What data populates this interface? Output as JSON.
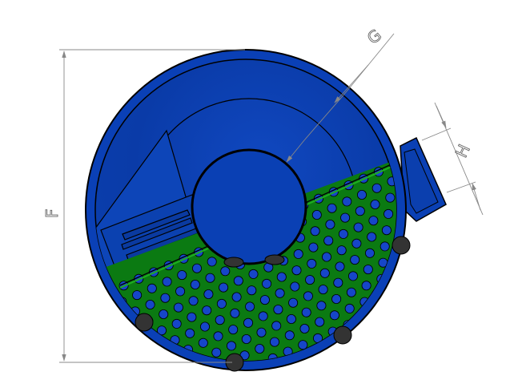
{
  "drawing": {
    "dimensions": [
      {
        "label": "F"
      },
      {
        "label": "G"
      },
      {
        "label": "H"
      }
    ],
    "colors": {
      "body": "#0a3fb0",
      "body_dark": "#062f8c",
      "grate": "#0b7a12",
      "holes": "#1646c8",
      "feet": "#333333",
      "outline": "#000000",
      "dimension_lines": "#808080"
    }
  }
}
